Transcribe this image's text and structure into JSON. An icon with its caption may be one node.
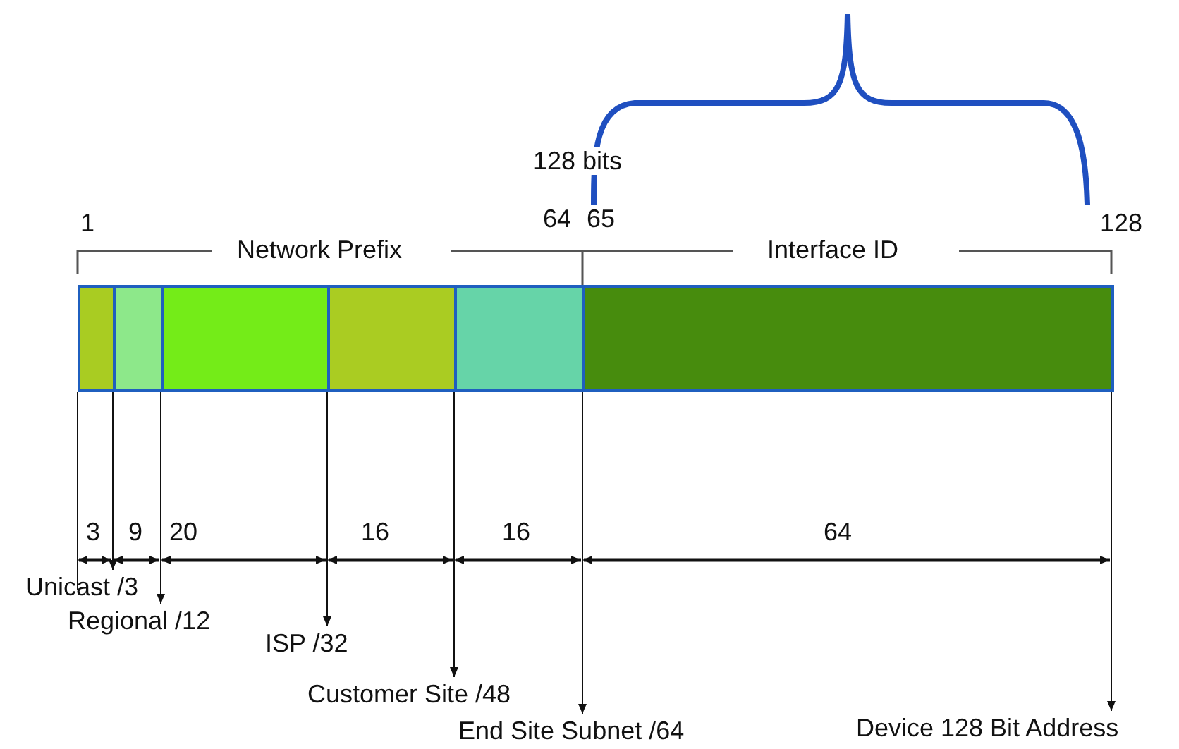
{
  "diagram": {
    "nodes": [
      {
        "text": [],
        "shape": "bar"
      },
      {
        "text": [],
        "shape": "bar"
      },
      {
        "text": [],
        "shape": "bar"
      },
      {
        "text": [],
        "shape": "bar"
      },
      {
        "text": [],
        "shape": "bar"
      },
      {
        "text": [],
        "shape": "bar"
      },
      {
        "text": [
          "Unicast /3"
        ]
      },
      {
        "text": [
          "Regional /12"
        ]
      },
      {
        "text": [
          "ISP /32"
        ]
      },
      {
        "text": [
          "Customer Site /48"
        ]
      },
      {
        "text": [
          "End Site Subnet /64"
        ]
      },
      {
        "text": [
          "Device 128 Bit Address"
        ]
      }
    ],
    "edges": [
      {
        "from": 0,
        "to": 6,
        "arrow": "to"
      },
      {
        "from": 1,
        "to": 7,
        "arrow": "to"
      },
      {
        "from": 2,
        "to": 8,
        "arrow": "to"
      },
      {
        "from": 3,
        "to": 9,
        "arrow": "to"
      },
      {
        "from": 4,
        "to": 10,
        "arrow": "to"
      },
      {
        "from": 5,
        "to": 11,
        "arrow": "to"
      }
    ],
    "labels": [
      "128 bits",
      "1",
      "64",
      "65",
      "128",
      "Network Prefix",
      "Interface ID",
      "3",
      "9",
      "20",
      "16",
      "16",
      "64"
    ]
  }
}
